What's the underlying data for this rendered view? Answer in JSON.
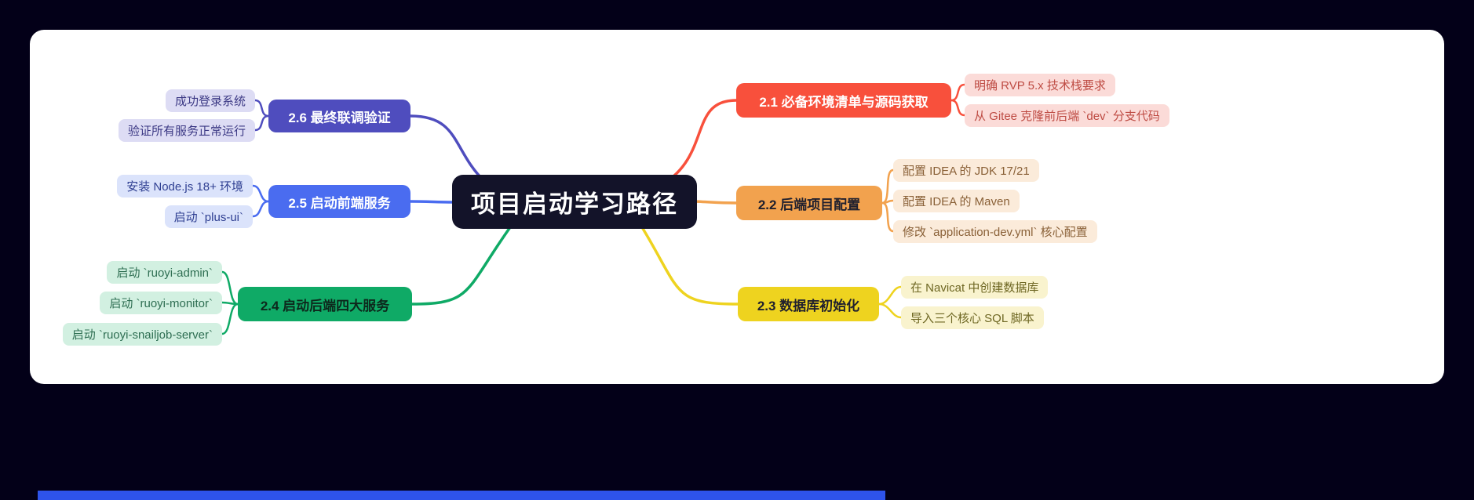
{
  "root": {
    "label": "项目启动学习路径",
    "bg_color": "#131329",
    "text_color": "#FFFFFF"
  },
  "branches": [
    {
      "label": "2.1 必备环境清单与源码获取",
      "color": "#F8503C",
      "text_color": "#FFFFFF",
      "child_bg": "#FBDBD8",
      "child_text": "#BE4B43",
      "children": [
        "明确 RVP 5.x 技术栈要求",
        "从 Gitee 克隆前后端 `dev` 分支代码"
      ]
    },
    {
      "label": "2.2 后端项目配置",
      "color": "#F2A24E",
      "text_color": "#20202E",
      "child_bg": "#FBEBDA",
      "child_text": "#8A6138",
      "children": [
        "配置 IDEA 的 JDK 17/21",
        "配置 IDEA 的 Maven",
        "修改 `application-dev.yml` 核心配置"
      ]
    },
    {
      "label": "2.3 数据库初始化",
      "color": "#EED31F",
      "text_color": "#20202E",
      "child_bg": "#F9F3CE",
      "child_text": "#6E6723",
      "children": [
        "在 Navicat 中创建数据库",
        "导入三个核心 SQL 脚本"
      ]
    },
    {
      "label": "2.4 启动后端四大服务",
      "color": "#0FAA66",
      "text_color": "#0D281C",
      "child_bg": "#D2F0E1",
      "child_text": "#2E6E52",
      "children": [
        "启动 `ruoyi-admin`",
        "启动 `ruoyi-monitor`",
        "启动 `ruoyi-snailjob-server`"
      ]
    },
    {
      "label": "2.5 启动前端服务",
      "color": "#4A6CF0",
      "text_color": "#FFFFFF",
      "child_bg": "#DBE3FB",
      "child_text": "#2F3F92",
      "children": [
        "安装 Node.js 18+ 环境",
        "启动 `plus-ui`"
      ]
    },
    {
      "label": "2.6 最终联调验证",
      "color": "#4F4DBE",
      "text_color": "#FFFFFF",
      "child_bg": "#DDDCF4",
      "child_text": "#3B3884",
      "children": [
        "成功登录系统",
        "验证所有服务正常运行"
      ]
    }
  ]
}
